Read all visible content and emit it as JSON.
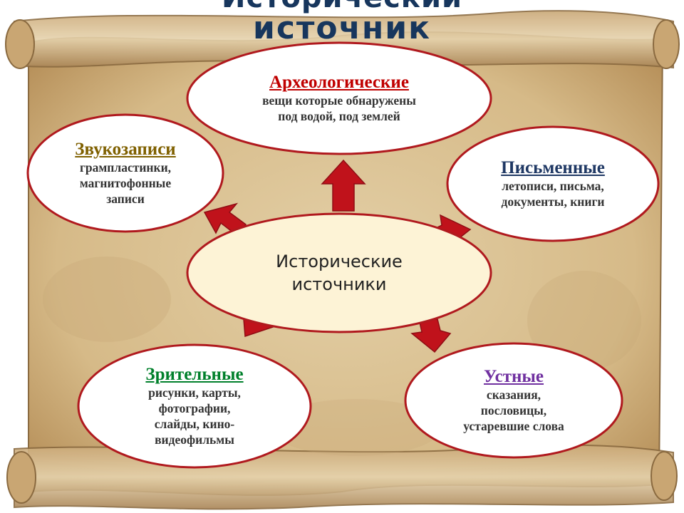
{
  "title": {
    "line1": "Исторический",
    "line2": "источник"
  },
  "center": {
    "label": "Исторические\nисточники"
  },
  "nodes": {
    "archaeological": {
      "heading": "Археологические",
      "body": "вещи которые обнаружены\nпод водой,  под землей",
      "color": "#c00000"
    },
    "sound": {
      "heading": "Звукозаписи",
      "body": "грампластинки,\nмагнитофонные\nзаписи",
      "color": "#7f6000"
    },
    "written": {
      "heading": "Письменные",
      "body": "летописи, письма,\nдокументы, книги",
      "color": "#1f3864"
    },
    "visual": {
      "heading": "Зрительные",
      "body": "рисунки, карты,\nфотографии,\nслайды, кино-\nвидеофильмы",
      "color": "#00802b"
    },
    "oral": {
      "heading": "Устные",
      "body": "сказания,\nпословицы,\nустаревшие слова",
      "color": "#7030a0"
    }
  },
  "colors": {
    "ellipse_border": "#b0191e",
    "arrow": "#c0121b",
    "scroll": "#dcc49a"
  }
}
